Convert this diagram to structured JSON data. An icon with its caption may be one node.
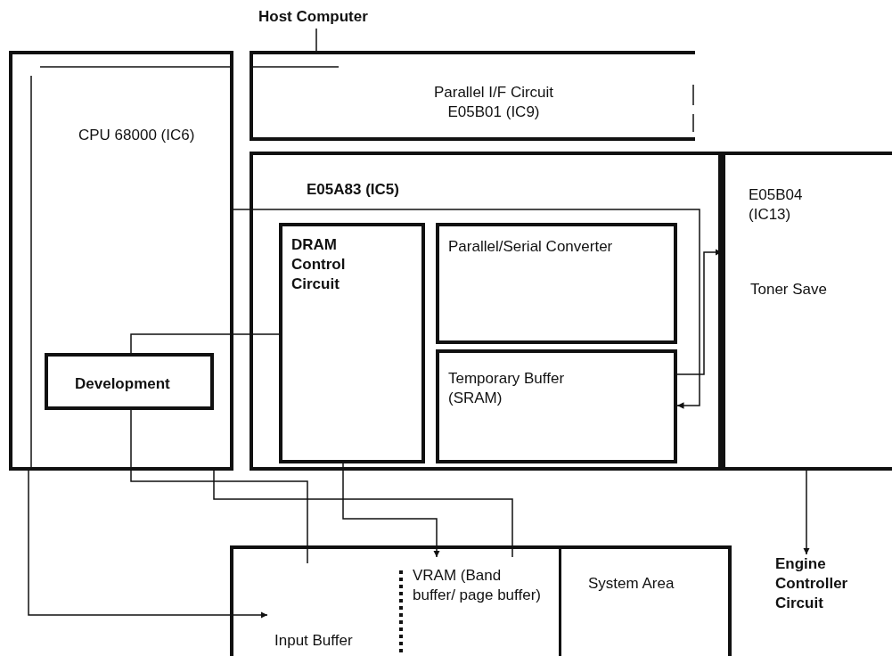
{
  "diagram": {
    "nodes": [
      {
        "text": [
          "Host Computer"
        ]
      },
      {
        "text": [
          "CPU 68000 (IC6)"
        ]
      },
      {
        "text": [
          "Parallel I/F Circuit E05B01 (IC9)"
        ]
      },
      {
        "text": [
          "E05A83 (IC5)"
        ]
      },
      {
        "text": [
          "DRAM Control Circuit"
        ],
        "in": 3
      },
      {
        "text": [
          "Parallel/Serial Converter"
        ],
        "in": 3
      },
      {
        "text": [
          "Temporary Buffer (SRAM)"
        ],
        "in": 3
      },
      {
        "text": [
          "E05B04 (IC13)",
          "Toner Save"
        ]
      },
      {
        "text": [
          "Development"
        ],
        "in": 1
      },
      {
        "text": [],
        "shape": "box"
      },
      {
        "text": [
          "Input Buffer"
        ],
        "in": 9
      },
      {
        "text": [
          "VRAM (Band buffer/ page buffer)"
        ],
        "in": 9
      },
      {
        "text": [
          "System Area"
        ],
        "in": 9
      },
      {
        "text": [
          "Engine Controller Circuit"
        ]
      }
    ],
    "edges": [
      {
        "from": 0,
        "to": 2,
        "arrow": "none"
      },
      {
        "from": 1,
        "to": 6,
        "arrow": "to"
      },
      {
        "from": 6,
        "to": 7,
        "arrow": "to"
      },
      {
        "from": 7,
        "to": 13,
        "arrow": "to"
      },
      {
        "from": 1,
        "to": 10,
        "arrow": "to"
      },
      {
        "from": 4,
        "to": 11,
        "arrow": "to"
      },
      {
        "from": 8,
        "to": 10,
        "arrow": "none"
      },
      {
        "from": 1,
        "to": 11,
        "arrow": "none"
      },
      {
        "from": 8,
        "to": 4,
        "arrow": "none"
      }
    ]
  }
}
